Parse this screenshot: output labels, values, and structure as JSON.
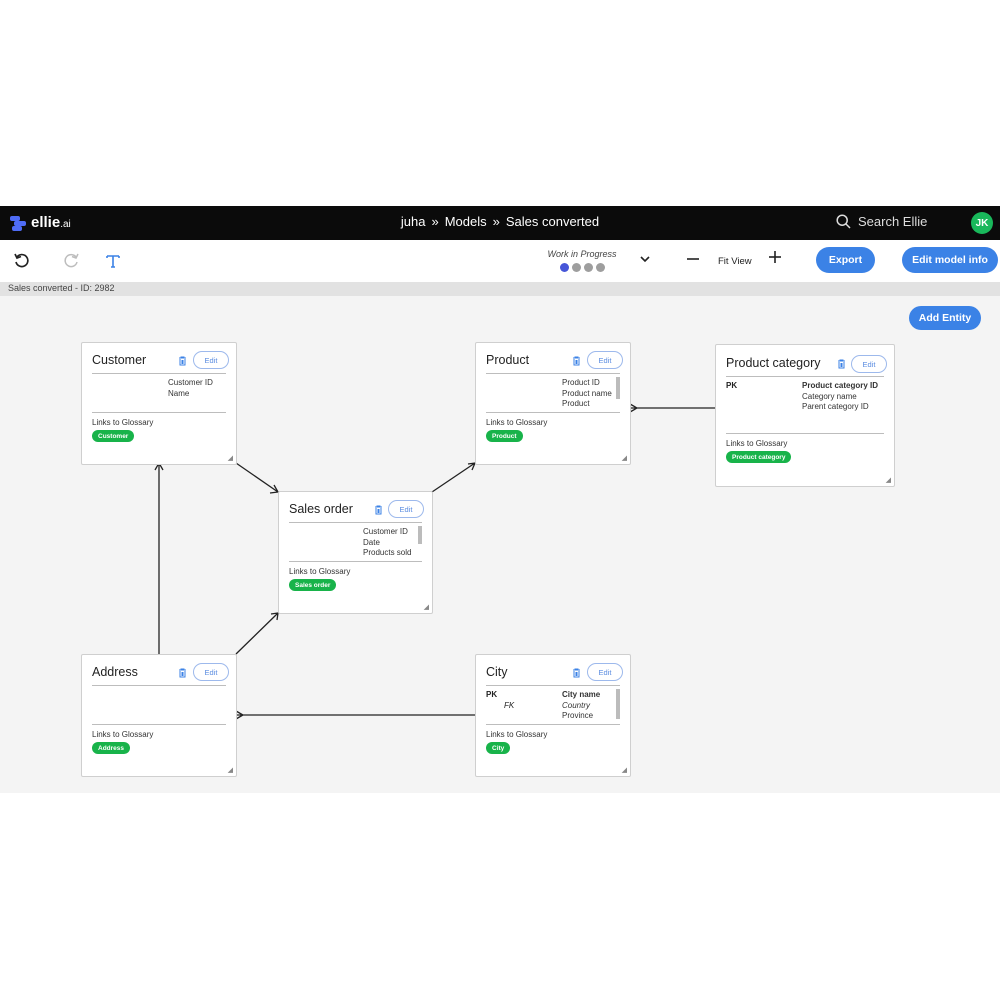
{
  "header": {
    "logo_text": "ellie",
    "logo_suffix": ".ai",
    "breadcrumb": [
      "juha",
      "Models",
      "Sales converted"
    ],
    "breadcrumb_separator": "»",
    "search_placeholder": "Search Ellie",
    "user_initials": "JK",
    "brand_color": "#4f6cf5",
    "avatar_color": "#19b85b"
  },
  "toolbar": {
    "undo_icon": "undo-icon",
    "redo_icon": "redo-icon",
    "text_icon": "text-tool-icon",
    "status_label": "Work in Progress",
    "status_step": 1,
    "status_steps_total": 4,
    "fit_view_label": "Fit View",
    "export_label": "Export",
    "edit_model_info_label": "Edit model info",
    "accent_color": "#3b82e6"
  },
  "model_id_text": "Sales converted - ID: 2982",
  "canvas": {
    "add_entity_label": "Add Entity"
  },
  "entities": {
    "customer": {
      "title": "Customer",
      "edit_label": "Edit",
      "attributes": [
        "Customer ID",
        "Name"
      ],
      "links_label": "Links to Glossary",
      "tag": "Customer"
    },
    "product": {
      "title": "Product",
      "edit_label": "Edit",
      "attributes": [
        "Product ID",
        "Product name",
        "Product"
      ],
      "links_label": "Links to Glossary",
      "tag": "Product"
    },
    "product_category": {
      "title": "Product category",
      "edit_label": "Edit",
      "key": "PK",
      "attributes": [
        "Product category ID",
        "Category name",
        "Parent category ID"
      ],
      "links_label": "Links to Glossary",
      "tag": "Product category"
    },
    "sales_order": {
      "title": "Sales order",
      "edit_label": "Edit",
      "attributes": [
        "Customer ID",
        "Date",
        "Products sold"
      ],
      "links_label": "Links to Glossary",
      "tag": "Sales order"
    },
    "address": {
      "title": "Address",
      "edit_label": "Edit",
      "attributes": [],
      "links_label": "Links to Glossary",
      "tag": "Address"
    },
    "city": {
      "title": "City",
      "edit_label": "Edit",
      "keys": [
        "PK",
        "FK"
      ],
      "attributes": [
        "City name",
        "Country",
        "Province"
      ],
      "links_label": "Links to Glossary",
      "tag": "City"
    }
  },
  "tag_color": "#18b34a"
}
